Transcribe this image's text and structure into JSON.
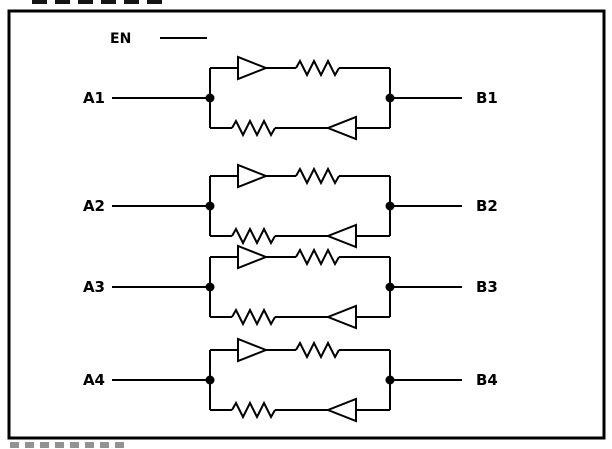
{
  "diagram": {
    "enable_label": "EN",
    "channels": [
      {
        "input": "A1",
        "output": "B1"
      },
      {
        "input": "A2",
        "output": "B2"
      },
      {
        "input": "A3",
        "output": "B3"
      },
      {
        "input": "A4",
        "output": "B4"
      }
    ],
    "colors": {
      "ink": "#000000",
      "background": "#ffffff"
    }
  }
}
